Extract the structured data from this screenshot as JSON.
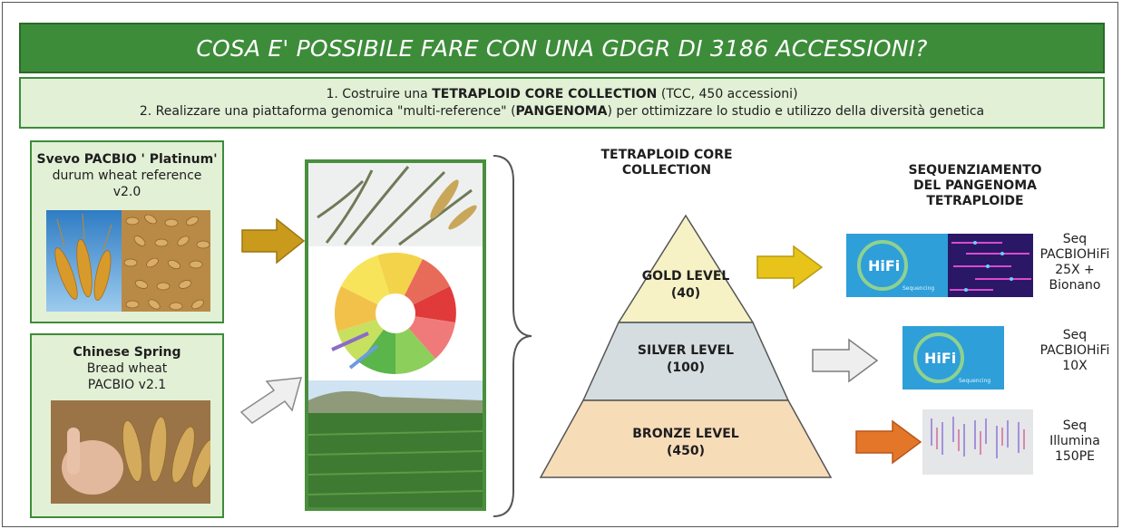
{
  "title": "COSA E' POSSIBILE FARE CON UNA GDGR DI 3186 ACCESSIONI?",
  "goals": [
    {
      "prefix": "1.  Costruire una ",
      "bold": "TETRAPLOID CORE COLLECTION",
      "suffix": " (TCC, 450 accessioni)"
    },
    {
      "prefix": "2.  Realizzare una piattaforma genomica \"multi-reference\" (",
      "bold": "PANGENOMA",
      "suffix": ") per ottimizzare lo studio e utilizzo della diversità genetica"
    }
  ],
  "references": [
    {
      "name": "Svevo PACBIO ' Platinum'",
      "line2": "durum wheat reference",
      "line3": "v2.0"
    },
    {
      "name": "Chinese Spring",
      "line2": "Bread wheat",
      "line3": "PACBIO v2.1"
    }
  ],
  "tcc_label": [
    "TETRAPLOID CORE",
    "COLLECTION"
  ],
  "seq_label": [
    "SEQUENZIAMENTO",
    "DEL PANGENOMA",
    "TETRAPLOIDE"
  ],
  "levels": [
    {
      "name": "GOLD LEVEL",
      "count": "(40)",
      "color": "#f6f2c6"
    },
    {
      "name": "SILVER LEVEL",
      "count": "(100)",
      "color": "#d6dde0"
    },
    {
      "name": "BRONZE LEVEL",
      "count": "(450)",
      "color": "#f7dcb8"
    }
  ],
  "sequencing": [
    {
      "lines": [
        "Seq",
        "PACBIOHiFi",
        "25X +",
        "Bionano"
      ],
      "arrow_color": "#e8c41a"
    },
    {
      "lines": [
        "Seq",
        "PACBIOHiFi",
        "10X"
      ],
      "arrow_color": "#eeeeee"
    },
    {
      "lines": [
        "Seq",
        "Illumina",
        "150PE"
      ],
      "arrow_color": "#e4762a"
    }
  ],
  "hifi_logo_text": "HiFi",
  "hifi_sub_text": "Sequencing",
  "colors": {
    "green": "#3d8c3a",
    "light_green": "#e2f0d6",
    "gold_arrow": "#c99a1c",
    "grey_arrow": "#efefef"
  }
}
